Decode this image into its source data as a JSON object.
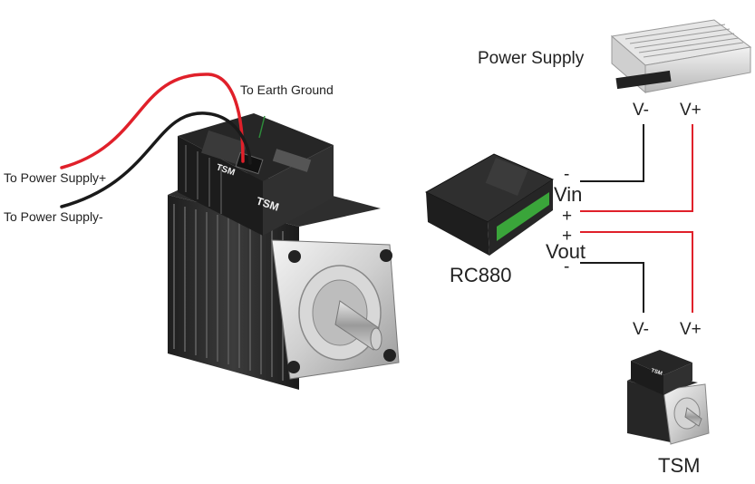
{
  "labels": {
    "earth_ground": "To Earth Ground",
    "supply_plus": "To Power Supply+",
    "supply_minus": "To Power Supply-",
    "power_supply": "Power Supply",
    "ps_vminus": "V-",
    "ps_vplus": "V+",
    "rc880": "RC880",
    "vin": "Vin",
    "vout": "Vout",
    "vin_minus": "-",
    "vin_plus": "+",
    "vout_plus": "+",
    "vout_minus": "-",
    "tsm_vminus": "V-",
    "tsm_vplus": "V+",
    "tsm": "TSM"
  },
  "device_text": {
    "drive_badge": "TSM",
    "drive_side": "TSM",
    "small_drive_badge": "TSM"
  },
  "colors": {
    "positive_wire": "#e0202a",
    "negative_wire": "#1a1a1a",
    "ground_wire": "#2e8b3a",
    "device_body": "#2b2b2b",
    "terminal_green": "#3aa53a"
  }
}
